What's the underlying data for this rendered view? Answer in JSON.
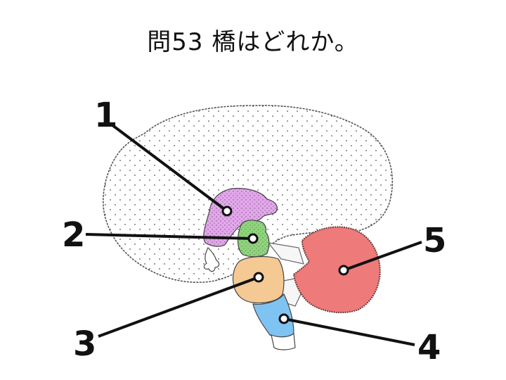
{
  "question": {
    "title": "問53 橋はどれか。"
  },
  "labels": [
    "1",
    "2",
    "3",
    "4",
    "5"
  ],
  "colors": {
    "region_1": "#e3a6ec",
    "region_2": "#8fd47c",
    "region_3": "#f5c993",
    "region_4": "#7fc3f2",
    "region_5": "#ee7a7a",
    "outline": "#111111"
  }
}
